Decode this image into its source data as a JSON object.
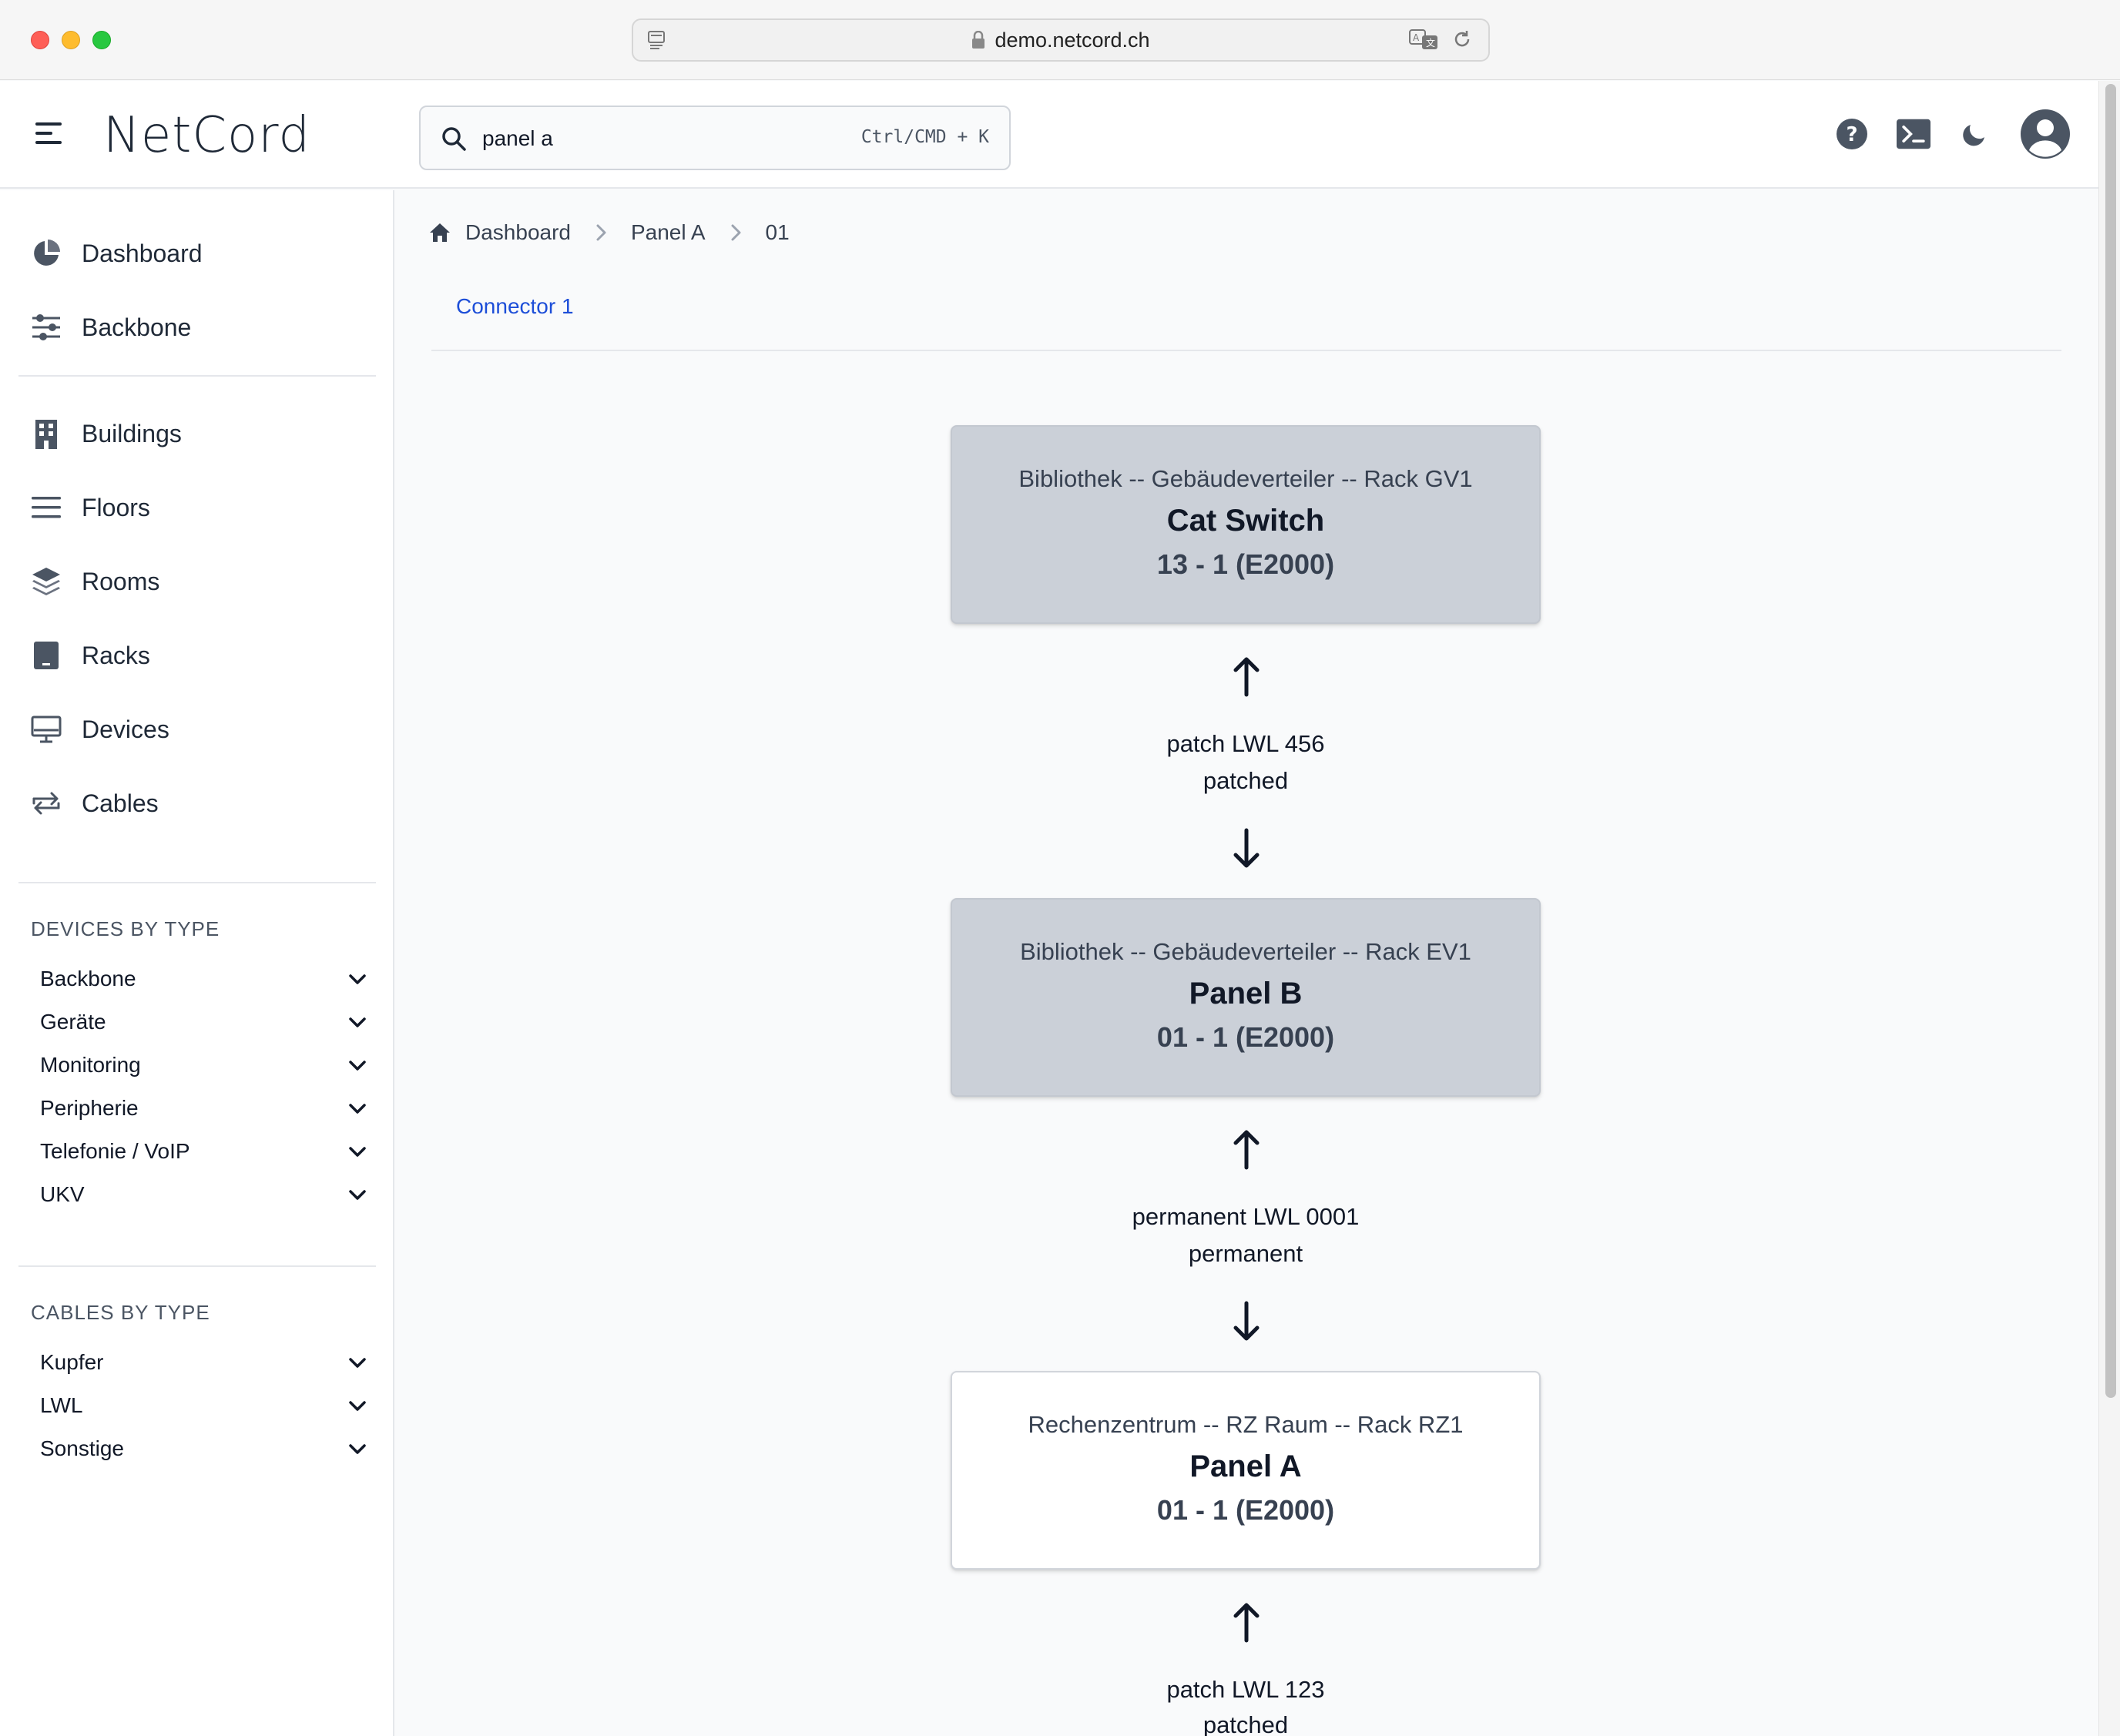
{
  "browser": {
    "url": "demo.netcord.ch"
  },
  "header": {
    "logo": "NetCord",
    "search_value": "panel a",
    "search_shortcut": "Ctrl/CMD + K"
  },
  "sidebar": {
    "nav_primary": [
      {
        "label": "Dashboard",
        "icon": "pie-chart-icon"
      },
      {
        "label": "Backbone",
        "icon": "sliders-icon"
      }
    ],
    "nav_secondary": [
      {
        "label": "Buildings",
        "icon": "building-icon"
      },
      {
        "label": "Floors",
        "icon": "bars-icon"
      },
      {
        "label": "Rooms",
        "icon": "layers-icon"
      },
      {
        "label": "Racks",
        "icon": "rack-icon"
      },
      {
        "label": "Devices",
        "icon": "monitor-icon"
      },
      {
        "label": "Cables",
        "icon": "arrows-exchange-icon"
      }
    ],
    "devices_title": "DEVICES BY TYPE",
    "devices": [
      "Backbone",
      "Geräte",
      "Monitoring",
      "Peripherie",
      "Telefonie / VoIP",
      "UKV"
    ],
    "cables_title": "CABLES BY TYPE",
    "cables": [
      "Kupfer",
      "LWL",
      "Sonstige"
    ]
  },
  "breadcrumb": [
    "Dashboard",
    "Panel A",
    "01"
  ],
  "tab": "Connector 1",
  "cards": [
    {
      "location": "Bibliothek -- Gebäudeverteiler -- Rack GV1",
      "name": "Cat Switch",
      "port": "13 - 1 (E2000)"
    },
    {
      "location": "Bibliothek -- Gebäudeverteiler -- Rack EV1",
      "name": "Panel B",
      "port": "01 - 1 (E2000)"
    },
    {
      "location": "Rechenzentrum -- RZ Raum -- Rack RZ1",
      "name": "Panel A",
      "port": "01 - 1 (E2000)"
    }
  ],
  "links": [
    {
      "cable": "patch LWL 456",
      "status": "patched"
    },
    {
      "cable": "permanent LWL 0001",
      "status": "permanent"
    },
    {
      "cable": "patch LWL 123",
      "status": "patched"
    }
  ]
}
